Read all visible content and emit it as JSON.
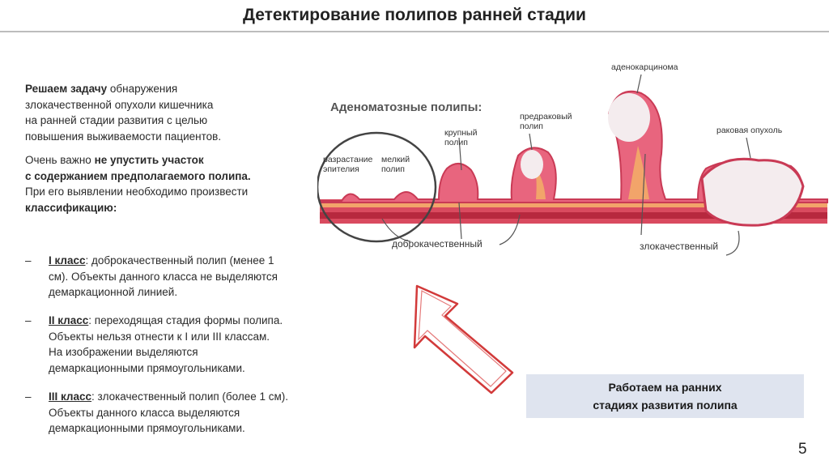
{
  "header": {
    "title": "Детектирование полипов ранней стадии"
  },
  "intro": {
    "p1": {
      "bold": "Решаем задачу",
      "lines": [
        " обнаружения",
        "злокачественной опухоли кишечника",
        "на ранней стадии развития с целью",
        "повышения выживаемости пациентов."
      ]
    },
    "p2": {
      "line1_pre": "Очень важно ",
      "line1_bold": "не упустить участок",
      "line2_bold": "с содержанием предполагаемого полипа.",
      "line3": "При его выявлении необходимо произвести",
      "line4_bold": "классификацию:"
    }
  },
  "classes": [
    {
      "dash": "–",
      "name": "I класс",
      "lines": [
        ": доброкачественный полип (менее 1",
        "см). Объекты данного класса не выделяются",
        "демаркационной линией."
      ]
    },
    {
      "dash": "–",
      "name": "II класс",
      "lines": [
        ": переходящая стадия формы полипа.",
        "Объекты  нельзя отнести к I или III классам.",
        "На изображении  выделяются",
        "демаркационными прямоугольниками."
      ]
    },
    {
      "dash": "–",
      "name": "III класс",
      "lines": [
        ": злокачественный полип (более 1 см).",
        "Объекты данного класса выделяются",
        "демаркационными прямоугольниками."
      ]
    }
  ],
  "diagram": {
    "title": "Аденоматозные полипы:",
    "labels": {
      "epithelium_1": "разрастание",
      "epithelium_2": "эпителия",
      "small_1": "мелкий",
      "small_2": "полип",
      "large_1": "крупный",
      "large_2": "полип",
      "precancer_1": "предраковый",
      "precancer_2": "полип",
      "adeno": "аденокарцинома",
      "cancer": "раковая опухоль",
      "benign": "доброкачественный",
      "malignant": "злокачественный"
    },
    "colors": {
      "tissue": "#e8657e",
      "tissue_dark": "#c93a55",
      "base": "#f2a46a",
      "tumor": "#f4ecee"
    }
  },
  "callout": {
    "line1": "Работаем на ранних",
    "line2": "стадиях развития полипа"
  },
  "page_number": "5",
  "colors": {
    "callout_bg": "#dfe4ef",
    "arrow": "#d23a3a",
    "rule": "#bdbdbd"
  }
}
